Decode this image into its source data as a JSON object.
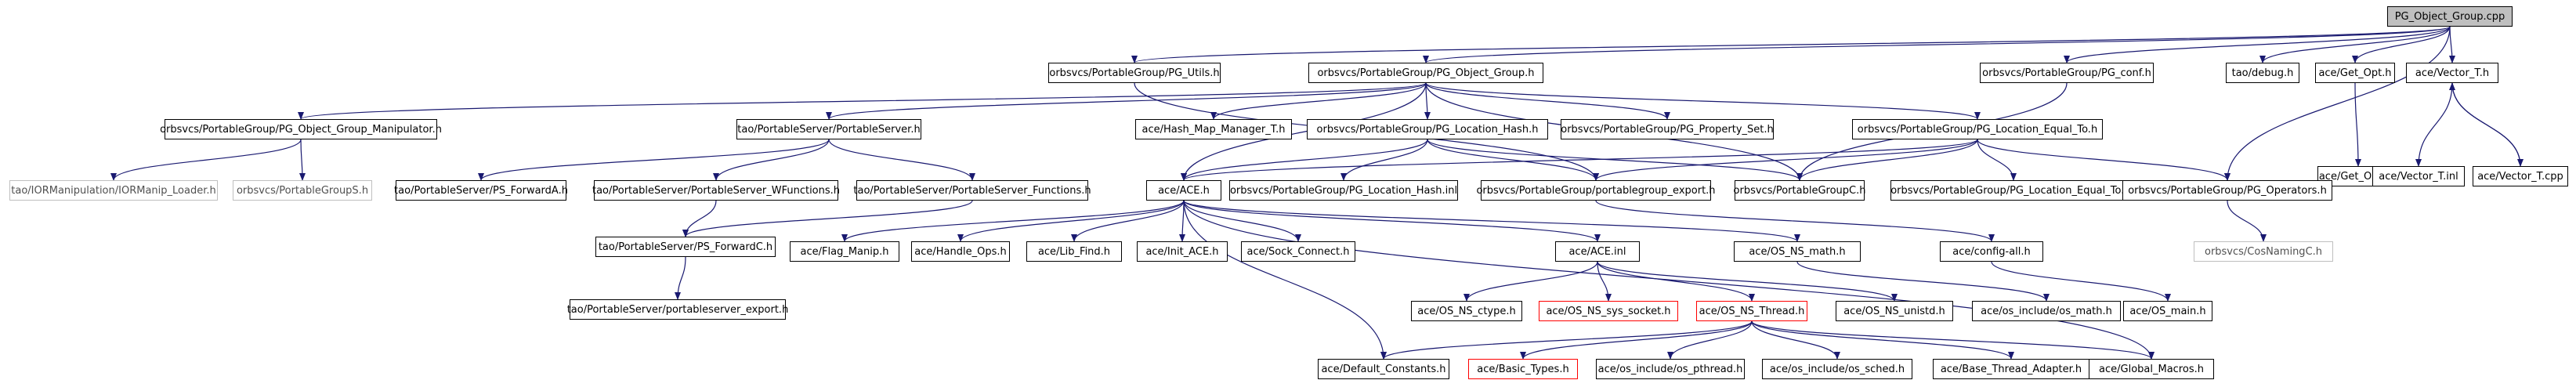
{
  "graph": {
    "nodes": [
      {
        "id": "root",
        "label": "PG_Object_Group.cpp",
        "kind": "root"
      },
      {
        "id": "pgutils",
        "label": "orbsvcs/PortableGroup/PG_Utils.h",
        "kind": "normal"
      },
      {
        "id": "pgobjgrp",
        "label": "orbsvcs/PortableGroup/PG_Object_Group.h",
        "kind": "normal"
      },
      {
        "id": "pgconf",
        "label": "orbsvcs/PortableGroup/PG_conf.h",
        "kind": "normal"
      },
      {
        "id": "taodebug",
        "label": "tao/debug.h",
        "kind": "normal"
      },
      {
        "id": "getopt",
        "label": "ace/Get_Opt.h",
        "kind": "normal"
      },
      {
        "id": "vectort",
        "label": "ace/Vector_T.h",
        "kind": "normal"
      },
      {
        "id": "manip",
        "label": "orbsvcs/PortableGroup/PG_Object_Group_Manipulator.h",
        "kind": "normal"
      },
      {
        "id": "portsrv",
        "label": "tao/PortableServer/PortableServer.h",
        "kind": "normal"
      },
      {
        "id": "hashmap",
        "label": "ace/Hash_Map_Manager_T.h",
        "kind": "normal"
      },
      {
        "id": "lochash",
        "label": "orbsvcs/PortableGroup/PG_Location_Hash.h",
        "kind": "normal"
      },
      {
        "id": "propset",
        "label": "orbsvcs/PortableGroup/PG_Property_Set.h",
        "kind": "normal"
      },
      {
        "id": "loceq",
        "label": "orbsvcs/PortableGroup/PG_Location_Equal_To.h",
        "kind": "normal"
      },
      {
        "id": "getoptinl",
        "label": "ace/Get_Opt.inl",
        "kind": "normal"
      },
      {
        "id": "vectorinl",
        "label": "ace/Vector_T.inl",
        "kind": "normal"
      },
      {
        "id": "vectorcpp",
        "label": "ace/Vector_T.cpp",
        "kind": "normal"
      },
      {
        "id": "iormanip",
        "label": "tao/IORManipulation/IORManip_Loader.h",
        "kind": "missing"
      },
      {
        "id": "pgs",
        "label": "orbsvcs/PortableGroupS.h",
        "kind": "missing"
      },
      {
        "id": "fwda",
        "label": "tao/PortableServer/PS_ForwardA.h",
        "kind": "normal"
      },
      {
        "id": "wfunc",
        "label": "tao/PortableServer/PortableServer_WFunctions.h",
        "kind": "normal"
      },
      {
        "id": "funcs",
        "label": "tao/PortableServer/PortableServer_Functions.h",
        "kind": "normal"
      },
      {
        "id": "aceh",
        "label": "ace/ACE.h",
        "kind": "normal"
      },
      {
        "id": "lochashinl",
        "label": "orbsvcs/PortableGroup/PG_Location_Hash.inl",
        "kind": "normal"
      },
      {
        "id": "pgexport",
        "label": "orbsvcs/PortableGroup/portablegroup_export.h",
        "kind": "normal"
      },
      {
        "id": "pgc",
        "label": "orbsvcs/PortableGroupC.h",
        "kind": "normal"
      },
      {
        "id": "loceqinl",
        "label": "orbsvcs/PortableGroup/PG_Location_Equal_To.inl",
        "kind": "normal"
      },
      {
        "id": "pgops",
        "label": "orbsvcs/PortableGroup/PG_Operators.h",
        "kind": "normal"
      },
      {
        "id": "fwdc",
        "label": "tao/PortableServer/PS_ForwardC.h",
        "kind": "normal"
      },
      {
        "id": "flag",
        "label": "ace/Flag_Manip.h",
        "kind": "normal"
      },
      {
        "id": "handle",
        "label": "ace/Handle_Ops.h",
        "kind": "normal"
      },
      {
        "id": "libfind",
        "label": "ace/Lib_Find.h",
        "kind": "normal"
      },
      {
        "id": "initace",
        "label": "ace/Init_ACE.h",
        "kind": "normal"
      },
      {
        "id": "sock",
        "label": "ace/Sock_Connect.h",
        "kind": "normal"
      },
      {
        "id": "aceinl",
        "label": "ace/ACE.inl",
        "kind": "normal"
      },
      {
        "id": "nsmath",
        "label": "ace/OS_NS_math.h",
        "kind": "normal"
      },
      {
        "id": "configall",
        "label": "ace/config-all.h",
        "kind": "normal"
      },
      {
        "id": "cosnaming",
        "label": "orbsvcs/CosNamingC.h",
        "kind": "missing"
      },
      {
        "id": "psexport",
        "label": "tao/PortableServer/portableserver_export.h",
        "kind": "normal"
      },
      {
        "id": "ctype",
        "label": "ace/OS_NS_ctype.h",
        "kind": "normal"
      },
      {
        "id": "syssocket",
        "label": "ace/OS_NS_sys_socket.h",
        "kind": "trunc"
      },
      {
        "id": "nsthread",
        "label": "ace/OS_NS_Thread.h",
        "kind": "trunc"
      },
      {
        "id": "unistd",
        "label": "ace/OS_NS_unistd.h",
        "kind": "normal"
      },
      {
        "id": "osmath",
        "label": "ace/os_include/os_math.h",
        "kind": "normal"
      },
      {
        "id": "osmain",
        "label": "ace/OS_main.h",
        "kind": "normal"
      },
      {
        "id": "defconst",
        "label": "ace/Default_Constants.h",
        "kind": "normal"
      },
      {
        "id": "basictypes",
        "label": "ace/Basic_Types.h",
        "kind": "trunc"
      },
      {
        "id": "pthread",
        "label": "ace/os_include/os_pthread.h",
        "kind": "normal"
      },
      {
        "id": "sched",
        "label": "ace/os_include/os_sched.h",
        "kind": "normal"
      },
      {
        "id": "bta",
        "label": "ace/Base_Thread_Adapter.h",
        "kind": "normal"
      },
      {
        "id": "globalmacros",
        "label": "ace/Global_Macros.h",
        "kind": "normal"
      }
    ],
    "edges": [
      [
        "root",
        "pgutils"
      ],
      [
        "root",
        "pgobjgrp"
      ],
      [
        "root",
        "pgconf"
      ],
      [
        "root",
        "taodebug"
      ],
      [
        "root",
        "getopt"
      ],
      [
        "root",
        "vectort"
      ],
      [
        "root",
        "pgops"
      ],
      [
        "pgutils",
        "pgexport"
      ],
      [
        "pgobjgrp",
        "manip"
      ],
      [
        "pgobjgrp",
        "portsrv"
      ],
      [
        "pgobjgrp",
        "hashmap"
      ],
      [
        "pgobjgrp",
        "lochash"
      ],
      [
        "pgobjgrp",
        "propset"
      ],
      [
        "pgobjgrp",
        "loceq"
      ],
      [
        "pgobjgrp",
        "pgc"
      ],
      [
        "pgobjgrp",
        "aceh"
      ],
      [
        "pgconf",
        "pgc"
      ],
      [
        "getopt",
        "getoptinl"
      ],
      [
        "vectort",
        "vectorinl"
      ],
      [
        "vectort",
        "vectorcpp"
      ],
      [
        "vectorcpp",
        "vectort"
      ],
      [
        "manip",
        "iormanip"
      ],
      [
        "manip",
        "pgs"
      ],
      [
        "portsrv",
        "fwda"
      ],
      [
        "portsrv",
        "wfunc"
      ],
      [
        "portsrv",
        "funcs"
      ],
      [
        "lochash",
        "aceh"
      ],
      [
        "lochash",
        "lochashinl"
      ],
      [
        "lochash",
        "pgexport"
      ],
      [
        "lochash",
        "pgc"
      ],
      [
        "loceq",
        "aceh"
      ],
      [
        "loceq",
        "pgexport"
      ],
      [
        "loceq",
        "pgc"
      ],
      [
        "loceq",
        "loceqinl"
      ],
      [
        "loceq",
        "pgops"
      ],
      [
        "wfunc",
        "fwdc"
      ],
      [
        "funcs",
        "fwdc"
      ],
      [
        "fwdc",
        "psexport"
      ],
      [
        "pgexport",
        "configall"
      ],
      [
        "pgops",
        "cosnaming"
      ],
      [
        "aceh",
        "flag"
      ],
      [
        "aceh",
        "handle"
      ],
      [
        "aceh",
        "libfind"
      ],
      [
        "aceh",
        "initace"
      ],
      [
        "aceh",
        "sock"
      ],
      [
        "aceh",
        "aceinl"
      ],
      [
        "aceh",
        "nsmath"
      ],
      [
        "aceh",
        "defconst"
      ],
      [
        "aceh",
        "globalmacros"
      ],
      [
        "aceinl",
        "ctype"
      ],
      [
        "aceinl",
        "syssocket"
      ],
      [
        "aceinl",
        "nsthread"
      ],
      [
        "aceinl",
        "unistd"
      ],
      [
        "nsmath",
        "osmath"
      ],
      [
        "configall",
        "osmain"
      ],
      [
        "nsthread",
        "defconst"
      ],
      [
        "nsthread",
        "basictypes"
      ],
      [
        "nsthread",
        "pthread"
      ],
      [
        "nsthread",
        "sched"
      ],
      [
        "nsthread",
        "bta"
      ],
      [
        "nsthread",
        "globalmacros"
      ]
    ]
  }
}
